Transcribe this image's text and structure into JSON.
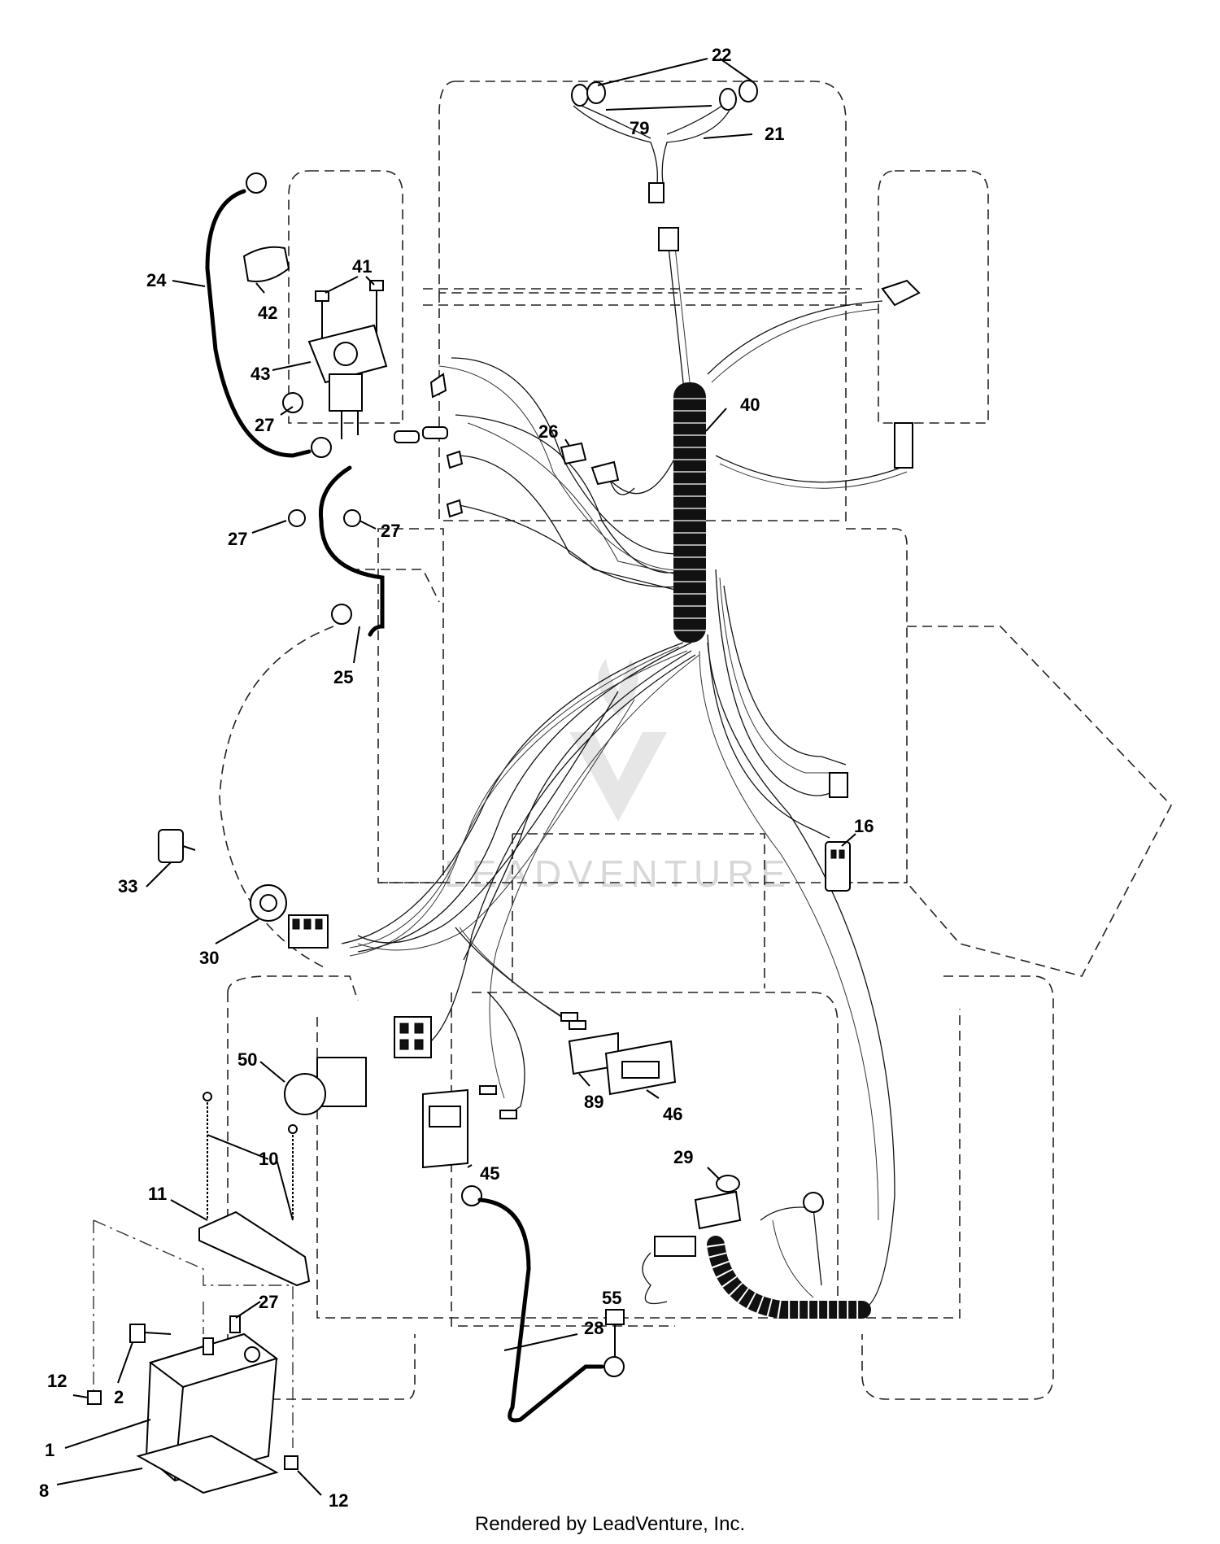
{
  "watermark": "LEADVENTURE",
  "footer": "Rendered by LeadVenture, Inc.",
  "callouts": [
    "1",
    "2",
    "8",
    "10",
    "11",
    "12",
    "12",
    "16",
    "21",
    "22",
    "24",
    "25",
    "26",
    "27",
    "27",
    "27",
    "27",
    "28",
    "29",
    "30",
    "33",
    "40",
    "41",
    "42",
    "43",
    "45",
    "46",
    "50",
    "55",
    "79",
    "89"
  ]
}
